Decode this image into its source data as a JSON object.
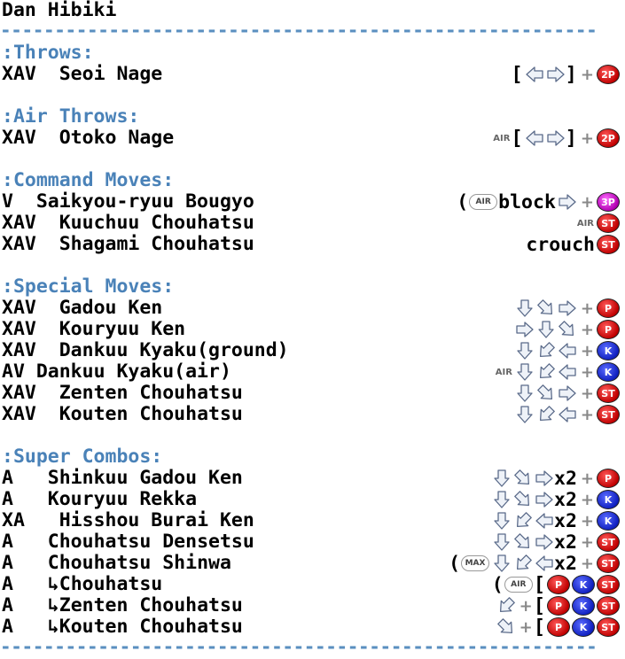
{
  "character": "Dan Hibiki",
  "separator": "-------------------------------------------------------",
  "sections": {
    "throws": ":Throws:",
    "air_throws": ":Air Throws:",
    "command": ":Command Moves:",
    "special": ":Special Moves:",
    "super": ":Super Combos:"
  },
  "moves": [
    {
      "ver": "XAV",
      "name": "Seoi Nage"
    },
    {
      "ver": "XAV",
      "name": "Otoko Nage"
    },
    {
      "ver": "V",
      "name": "Saikyou-ryuu Bougyo"
    },
    {
      "ver": "XAV",
      "name": "Kuuchuu Chouhatsu"
    },
    {
      "ver": "XAV",
      "name": "Shagami Chouhatsu"
    },
    {
      "ver": "XAV",
      "name": "Gadou Ken"
    },
    {
      "ver": "XAV",
      "name": "Kouryuu Ken"
    },
    {
      "ver": "XAV",
      "name": "Dankuu Kyaku(ground)"
    },
    {
      "ver": "AV",
      "name": "Dankuu Kyaku(air)"
    },
    {
      "ver": "XAV",
      "name": "Zenten Chouhatsu"
    },
    {
      "ver": "XAV",
      "name": "Kouten Chouhatsu"
    },
    {
      "ver": "A",
      "name": "Shinkuu Gadou Ken"
    },
    {
      "ver": "A",
      "name": "Kouryuu Rekka"
    },
    {
      "ver": "XA",
      "name": "Hisshou Burai Ken"
    },
    {
      "ver": "A",
      "name": "Chouhatsu Densetsu"
    },
    {
      "ver": "A",
      "name": "Chouhatsu Shinwa"
    },
    {
      "ver": "A",
      "name": "Chouhatsu",
      "sub": true
    },
    {
      "ver": "A",
      "name": "Zenten Chouhatsu",
      "sub": true
    },
    {
      "ver": "A",
      "name": "Kouten Chouhatsu",
      "sub": true
    }
  ],
  "words": {
    "block": "block",
    "crouch": "crouch",
    "x2": "x2",
    "open_paren": "(",
    "open_bracket": "[",
    "close_bracket": "]",
    "air": "AIR",
    "max": "MAX",
    "sub_arrow": "↳"
  },
  "buttons": {
    "p": "P",
    "k": "K",
    "st": "ST",
    "p2": "2P",
    "p3": "3P"
  },
  "colors": {
    "section": "#4a82b8",
    "separator": "#5a8fc0",
    "punch": "#c00000",
    "kick": "#1020c0",
    "p3": "#b000b0"
  }
}
